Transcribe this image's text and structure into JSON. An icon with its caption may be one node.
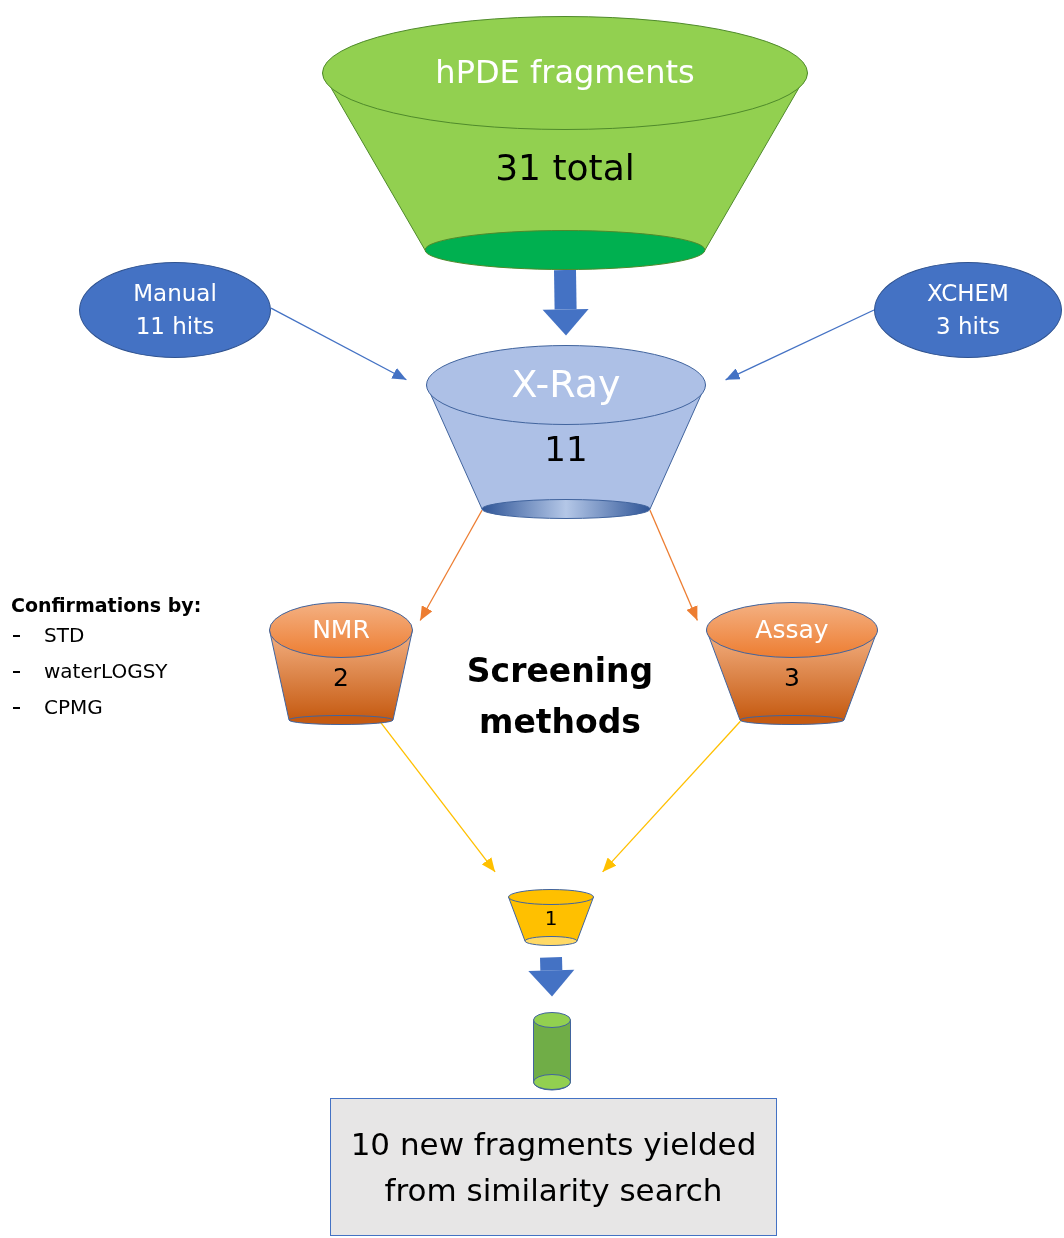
{
  "diagram": {
    "nodes": [
      {
        "text": [
          "hPDE fragments",
          "31 total"
        ]
      },
      {
        "text": [
          "Manual 11 hits"
        ]
      },
      {
        "text": [
          "XCHEM 3 hits"
        ]
      },
      {
        "text": [
          "X-Ray",
          "11"
        ]
      },
      {
        "text": [
          "NMR",
          "2"
        ]
      },
      {
        "text": [
          "Assay",
          "3"
        ]
      },
      {
        "text": [
          "1"
        ]
      },
      {
        "text": [],
        "shape": "cylinder"
      },
      {
        "text": [
          "10 new fragments yielded from similarity search"
        ]
      }
    ],
    "edges": [
      {
        "from": 0,
        "to": 3,
        "arrow": "to",
        "style": "thick",
        "color": "#4472c4"
      },
      {
        "from": 1,
        "to": 3,
        "arrow": "to",
        "color": "#4472c4"
      },
      {
        "from": 2,
        "to": 3,
        "arrow": "to",
        "color": "#4472c4"
      },
      {
        "from": 3,
        "to": 4,
        "arrow": "to",
        "color": "#ed7d31"
      },
      {
        "from": 3,
        "to": 5,
        "arrow": "to",
        "color": "#ed7d31"
      },
      {
        "from": 4,
        "to": 6,
        "arrow": "to",
        "color": "#ffc000"
      },
      {
        "from": 5,
        "to": 6,
        "arrow": "to",
        "color": "#ffc000"
      },
      {
        "from": 6,
        "to": 7,
        "arrow": "to",
        "style": "thick",
        "color": "#4472c4"
      }
    ],
    "labels": [
      "Confirmations by:",
      "STD",
      "waterLOGSY",
      "CPMG",
      "Screening methods"
    ]
  }
}
